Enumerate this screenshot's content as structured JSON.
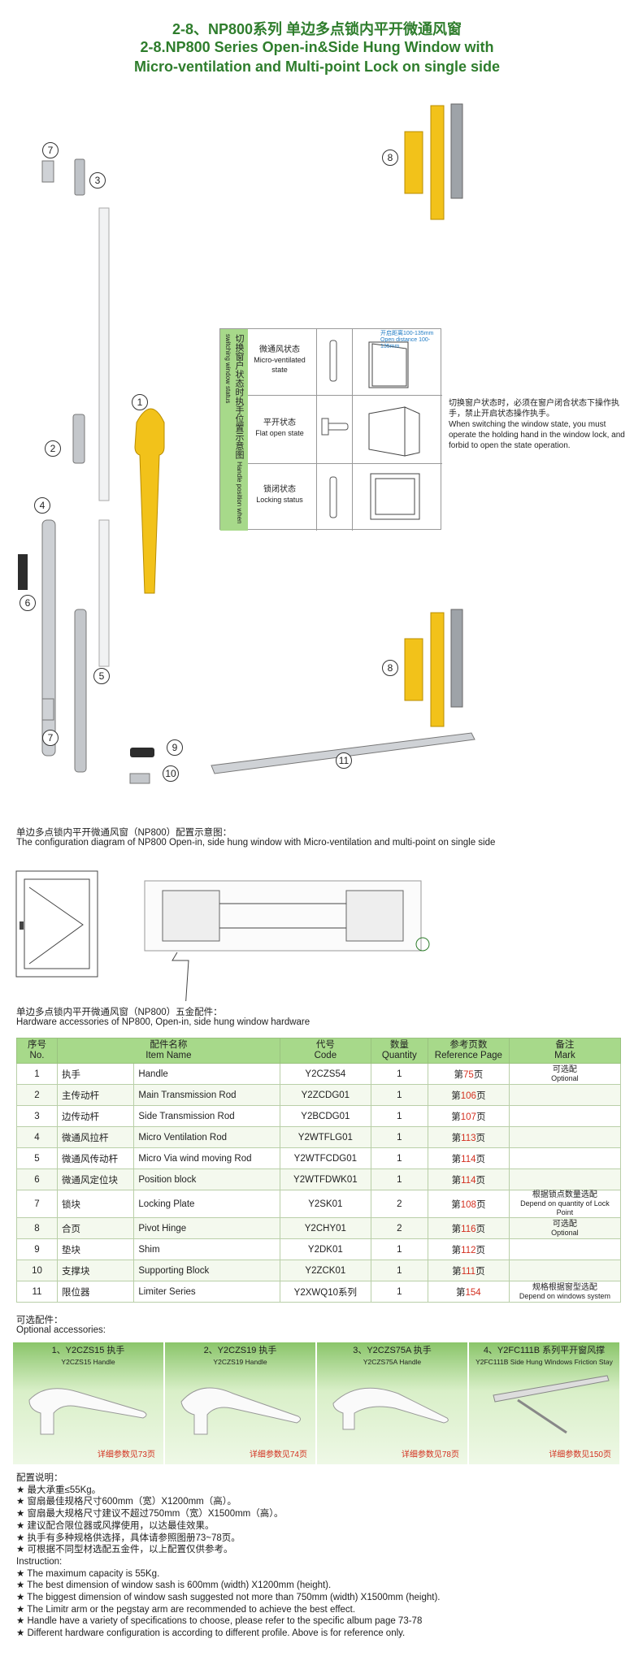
{
  "title": {
    "cn": "2-8、NP800系列 单边多点锁内平开微通风窗",
    "en_line1": "2-8.NP800 Series Open-in&Side Hung Window with",
    "en_line2": "Micro-ventilation and Multi-point Lock on single side"
  },
  "parts": {
    "n1": "1",
    "n2": "2",
    "n3": "3",
    "n4": "4",
    "n5": "5",
    "n6": "6",
    "n7": "7",
    "n8": "8",
    "n9": "9",
    "n10": "10",
    "n11": "11"
  },
  "state_table": {
    "side_cn": "切换窗户状态时执手位置示意图",
    "side_en": "Handle position when switching window status",
    "rows": [
      {
        "cn": "微通风状态",
        "en": "Micro-ventilated state"
      },
      {
        "cn": "平开状态",
        "en": "Flat open state"
      },
      {
        "cn": "锁闭状态",
        "en": "Locking status"
      }
    ],
    "dist_cn": "开启距离100-135mm",
    "dist_en": "Open distance 100-135mm"
  },
  "note_side": {
    "cn": "切换窗户状态时，必须在窗户闭合状态下操作执手，禁止开启状态操作执手。",
    "en": "When switching the window state, you must operate the holding hand in the window lock, and forbid to open the state operation."
  },
  "config": {
    "cn": "单边多点锁内平开微通风窗（NP800）配置示意图：",
    "en": "The configuration diagram of NP800 Open-in, side hung window with Micro-ventilation and  multi-point on single side"
  },
  "hardware": {
    "cn": "单边多点锁内平开微通风窗（NP800）五金配件：",
    "en": "Hardware accessories of NP800, Open-in, side hung window hardware",
    "headers": [
      {
        "cn": "序号",
        "en": "No."
      },
      {
        "cn": "配件名称",
        "en": "Item Name"
      },
      {
        "cn": "代号",
        "en": "Code"
      },
      {
        "cn": "数量",
        "en": "Quantity"
      },
      {
        "cn": "参考页数",
        "en": "Reference Page"
      },
      {
        "cn": "备注",
        "en": "Mark"
      }
    ],
    "rows": [
      {
        "no": "1",
        "cn": "执手",
        "en": "Handle",
        "code": "Y2CZS54",
        "qty": "1",
        "pre": "第",
        "page": "75",
        "post": "页",
        "mark_cn": "可选配",
        "mark_en": "Optional"
      },
      {
        "no": "2",
        "cn": "主传动杆",
        "en": "Main Transmission Rod",
        "code": "Y2ZCDG01",
        "qty": "1",
        "pre": "第",
        "page": "106",
        "post": "页",
        "mark_cn": "",
        "mark_en": ""
      },
      {
        "no": "3",
        "cn": "边传动杆",
        "en": "Side Transmission Rod",
        "code": "Y2BCDG01",
        "qty": "1",
        "pre": "第",
        "page": "107",
        "post": "页",
        "mark_cn": "",
        "mark_en": ""
      },
      {
        "no": "4",
        "cn": "微通风拉杆",
        "en": "Micro Ventilation Rod",
        "code": "Y2WTFLG01",
        "qty": "1",
        "pre": "第",
        "page": "113",
        "post": "页",
        "mark_cn": "",
        "mark_en": ""
      },
      {
        "no": "5",
        "cn": "微通风传动杆",
        "en": "Micro Via wind moving Rod",
        "code": "Y2WTFCDG01",
        "qty": "1",
        "pre": "第",
        "page": "114",
        "post": "页",
        "mark_cn": "",
        "mark_en": ""
      },
      {
        "no": "6",
        "cn": "微通风定位块",
        "en": "Position block",
        "code": "Y2WTFDWK01",
        "qty": "1",
        "pre": "第",
        "page": "114",
        "post": "页",
        "mark_cn": "",
        "mark_en": ""
      },
      {
        "no": "7",
        "cn": "锁块",
        "en": "Locking Plate",
        "code": "Y2SK01",
        "qty": "2",
        "pre": "第",
        "page": "108",
        "post": "页",
        "mark_cn": "根据锁点数量选配",
        "mark_en": "Depend on quantity of Lock Point"
      },
      {
        "no": "8",
        "cn": "合页",
        "en": "Pivot Hinge",
        "code": "Y2CHY01",
        "qty": "2",
        "pre": "第",
        "page": "116",
        "post": "页",
        "mark_cn": "可选配",
        "mark_en": "Optional"
      },
      {
        "no": "9",
        "cn": "垫块",
        "en": "Shim",
        "code": "Y2DK01",
        "qty": "1",
        "pre": "第",
        "page": "112",
        "post": "页",
        "mark_cn": "",
        "mark_en": ""
      },
      {
        "no": "10",
        "cn": "支撑块",
        "en": "Supporting Block",
        "code": "Y2ZCK01",
        "qty": "1",
        "pre": "第",
        "page": "111",
        "post": "页",
        "mark_cn": "",
        "mark_en": ""
      },
      {
        "no": "11",
        "cn": "限位器",
        "en": "Limiter Series",
        "code": "Y2XWQ10系列",
        "qty": "1",
        "pre": "第",
        "page": "154",
        "post": "",
        "mark_cn": "规格根据窗型选配",
        "mark_en": "Depend on windows system"
      }
    ]
  },
  "optional": {
    "cn": "可选配件：",
    "en": "Optional accessories:",
    "items": [
      {
        "cn": "1、Y2CZS15 执手",
        "en": "Y2CZS15 Handle",
        "ref": "详细参数见73页"
      },
      {
        "cn": "2、Y2CZS19 执手",
        "en": "Y2CZS19 Handle",
        "ref": "详细参数见74页"
      },
      {
        "cn": "3、Y2CZS75A 执手",
        "en": "Y2CZS75A Handle",
        "ref": "详细参数见78页"
      },
      {
        "cn": "4、Y2FC111B 系列平开窗风撑",
        "en": "Y2FC111B Side Hung Windows Friction Stay",
        "ref": "详细参数见150页"
      }
    ]
  },
  "notes": {
    "cn_title": "配置说明：",
    "cn": [
      "★ 最大承重≤55Kg。",
      "★ 窗扇最佳规格尺寸600mm（宽）X1200mm（高）。",
      "★ 窗扇最大规格尺寸建议不超过750mm（宽）X1500mm（高）。",
      "★ 建议配合限位器或风撑使用，以达最佳效果。",
      "★ 执手有多种规格供选择，具体请参照图册73~78页。",
      "★ 可根据不同型材选配五金件，以上配置仅供参考。"
    ],
    "en_title": "Instruction:",
    "en": [
      "★ The maximum capacity is 55Kg.",
      "★ The best dimension of window sash is 600mm (width) X1200mm (height).",
      "★ The biggest dimension of window sash suggested not more than 750mm (width) X1500mm (height).",
      "★ The Limitr arm or the pegstay arm are recommended to achieve the best effect.",
      "★ Handle have a variety of specifications to choose, please refer to the specific album page 73-78",
      "★ Different hardware configuration is according to different profile. Above is for reference only."
    ]
  },
  "colors": {
    "green": "#2e7d2c",
    "table_header": "#a7d98a",
    "handle_gold": "#f2c21a",
    "red": "#d32f1f"
  }
}
